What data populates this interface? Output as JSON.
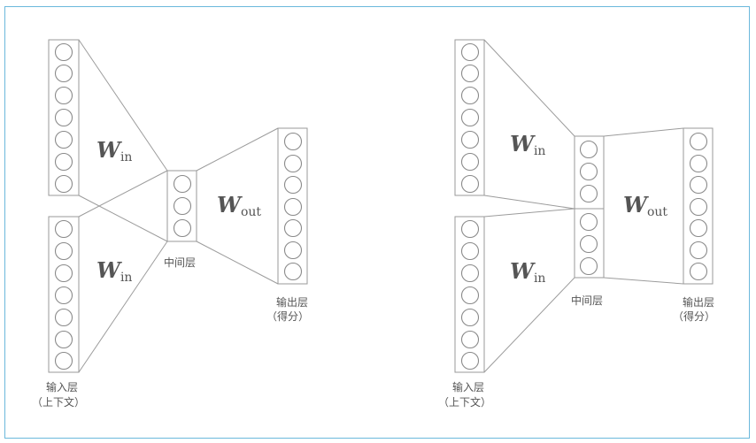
{
  "colors": {
    "frame": "#6bb8dc",
    "line": "#9c9c9c",
    "text": "#555555"
  },
  "weights": {
    "w_symbol": "W",
    "in_sub": "in",
    "out_sub": "out"
  },
  "labels": {
    "input_line1": "输入层",
    "input_line2": "（上下文）",
    "middle": "中间层",
    "output_line1": "输出层",
    "output_line2": "（得分）"
  }
}
